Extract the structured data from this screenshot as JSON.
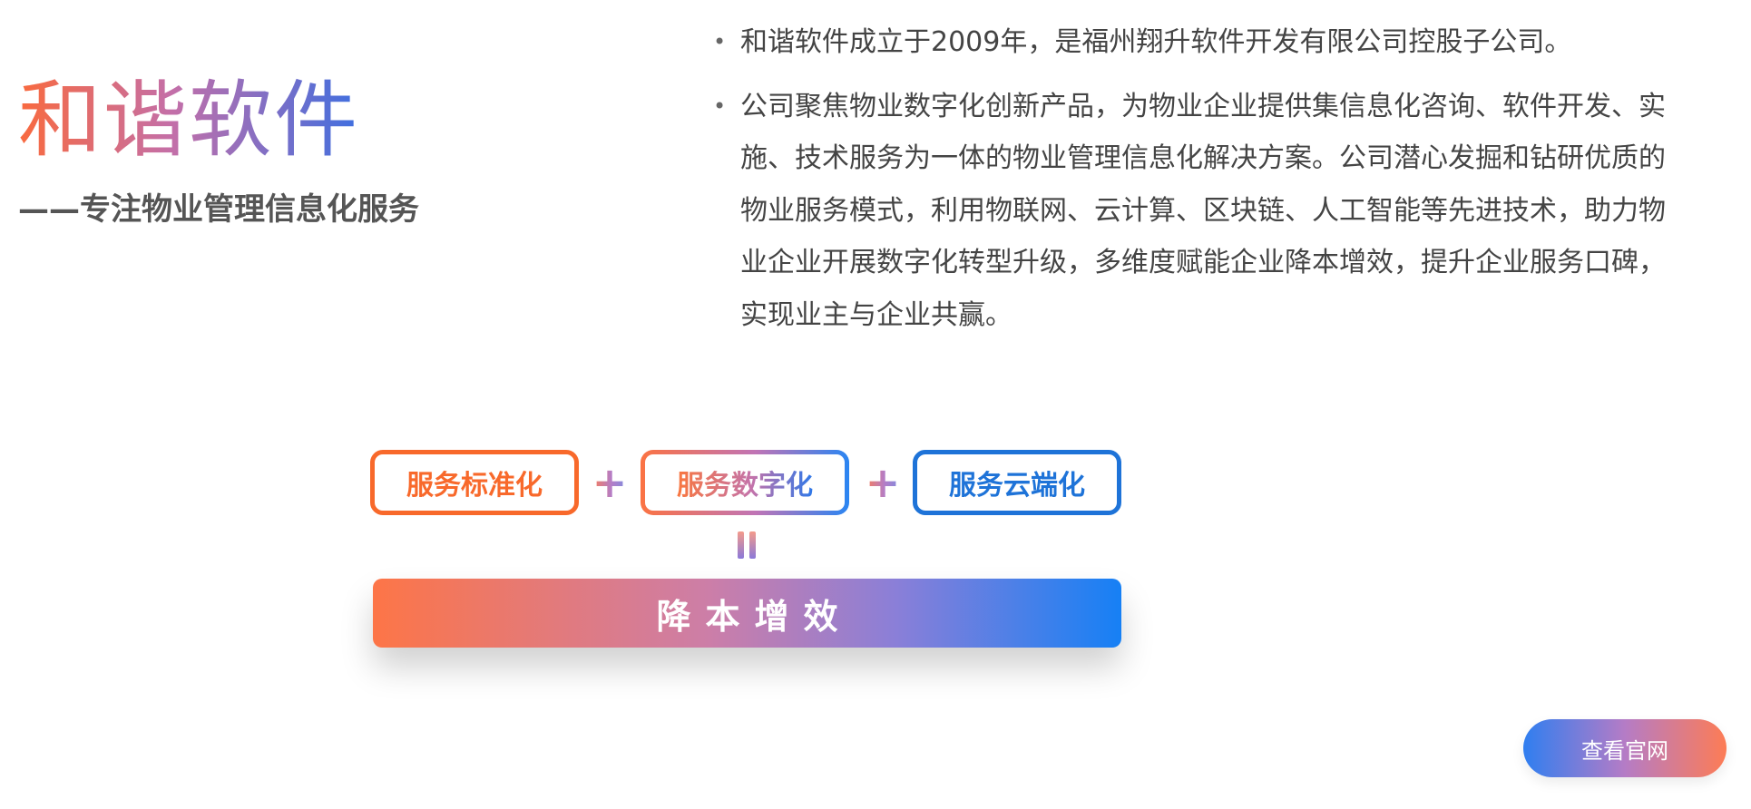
{
  "brand": {
    "title": "和谐软件",
    "subtitle": "——专注物业管理信息化服务"
  },
  "intro": {
    "bullet_glyph": "•",
    "points": [
      "和谐软件成立于2009年，是福州翔升软件开发有限公司控股子公司。",
      "公司聚焦物业数字化创新产品，为物业企业提供集信息化咨询、软件开发、实施、技术服务为一体的物业管理信息化解决方案。公司潜心发掘和钻研优质的物业服务模式，利用物联网、云计算、区块链、人工智能等先进技术，助力物业企业开展数字化转型升级，多维度赋能企业降本增效，提升企业服务口碑，实现业主与企业共赢。"
    ]
  },
  "formula": {
    "terms": [
      "服务标准化",
      "服务数字化",
      "服务云端化"
    ],
    "plus": "+",
    "result": "降本增效"
  },
  "actions": {
    "visit_site": "查看官网"
  },
  "colors": {
    "orange": "#f8692b",
    "blue": "#1e73d8",
    "gradient_mid": "#c074b5",
    "text": "#444444"
  }
}
